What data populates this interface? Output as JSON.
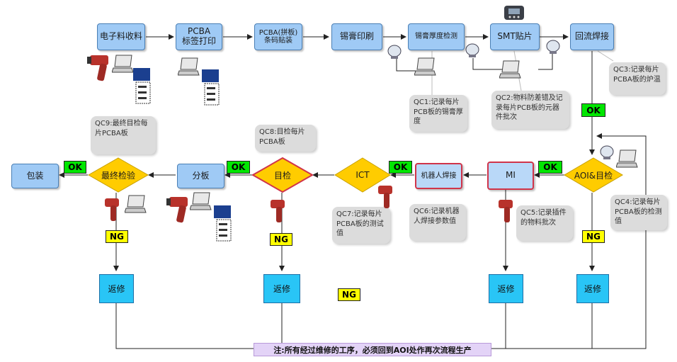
{
  "steps": {
    "electronic_material": "电子料收料",
    "pcba_label_line1": "PCBA",
    "pcba_label_line2": "标签打印",
    "pcba_code_line1": "PCBA(拼板)",
    "pcba_code_line2": "条码贴装",
    "solder_print": "锡膏印刷",
    "solder_thickness": "锡膏厚度检测",
    "smt": "SMT贴片",
    "reflow": "回流焊接",
    "aoi": "AOI&目检",
    "mi": "MI",
    "robot_weld": "机器人焊接",
    "ict": "ICT",
    "visual": "目检",
    "split": "分板",
    "final_check": "最终检验",
    "pack": "包装",
    "rework": "返修"
  },
  "badges": {
    "ok": "OK",
    "ng": "NG"
  },
  "callouts": {
    "qc1": "QC1:记录每片PCB板的锡膏厚度",
    "qc2": "QC2:物料防差错及记录每片PCB板的元器件批次",
    "qc3": "QC3:记录每片PCBA板的炉温",
    "qc4": "QC4:记录每片PCBA板的检测值",
    "qc5": "QC5:记录插件的物料批次",
    "qc6": "QC6:记录机器人焊接参数值",
    "qc7": "QC7:记录每片PCBA板的测试值",
    "qc8": "QC8:目检每片PCBA板",
    "qc9": "QC9:最终目检每片PCBA板"
  },
  "note": "注:所有经过维修的工序，必须回到AOI处作再次流程生产",
  "colors": {
    "box_fill": "#9fcaf5",
    "rework_fill": "#29c5f6",
    "diamond_fill": "#ffcc00",
    "ok_fill": "#00e600",
    "ng_fill": "#ffff00",
    "note_fill": "#e3d3f7"
  }
}
